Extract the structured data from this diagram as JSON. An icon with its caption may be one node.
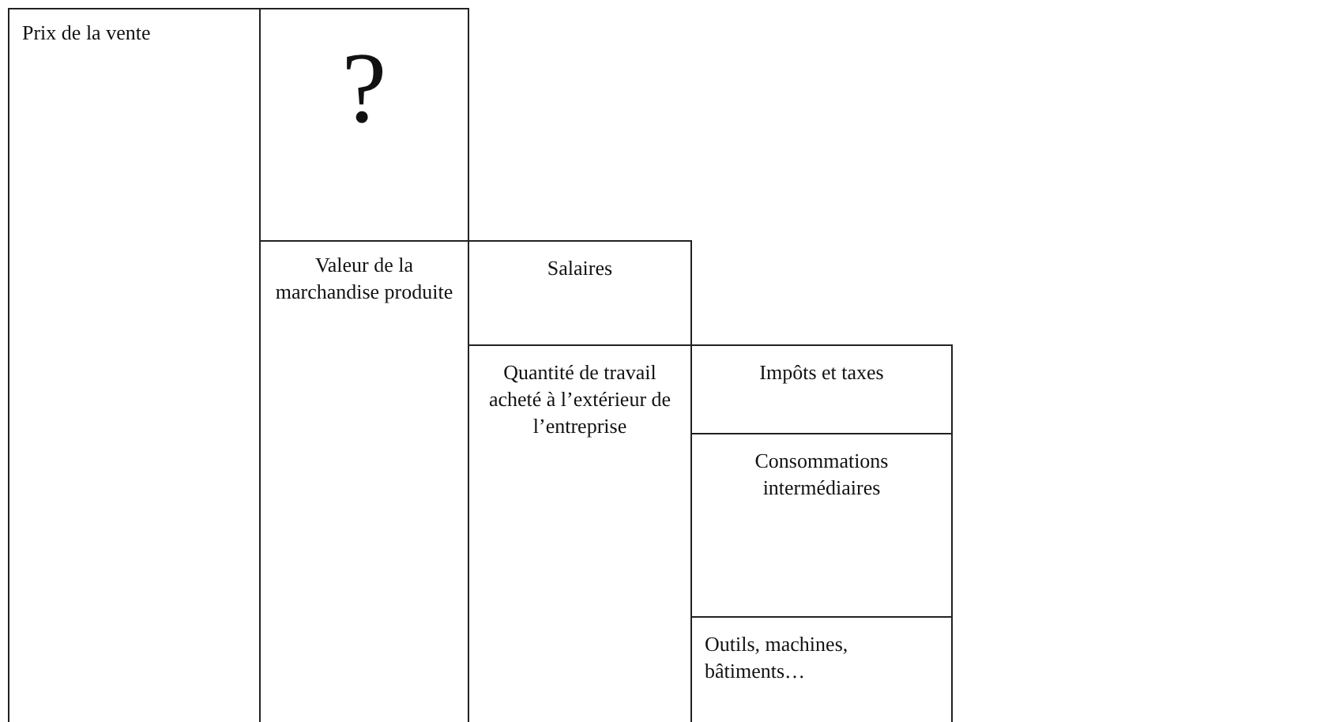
{
  "diagram": {
    "nodes": [
      {
        "text": [
          "Prix de la vente"
        ]
      },
      {
        "text": [
          "?"
        ]
      },
      {
        "text": [
          "Valeur de la marchandise produite"
        ]
      },
      {
        "text": [
          "Salaires"
        ]
      },
      {
        "text": [
          "Quantité de travail acheté à l’extérieur de l’entreprise"
        ]
      },
      {
        "text": [
          "Impôts et taxes"
        ]
      },
      {
        "text": [
          "Consommations intermédiaires"
        ]
      },
      {
        "text": [
          "Outils, machines, bâtiments…"
        ]
      }
    ]
  }
}
